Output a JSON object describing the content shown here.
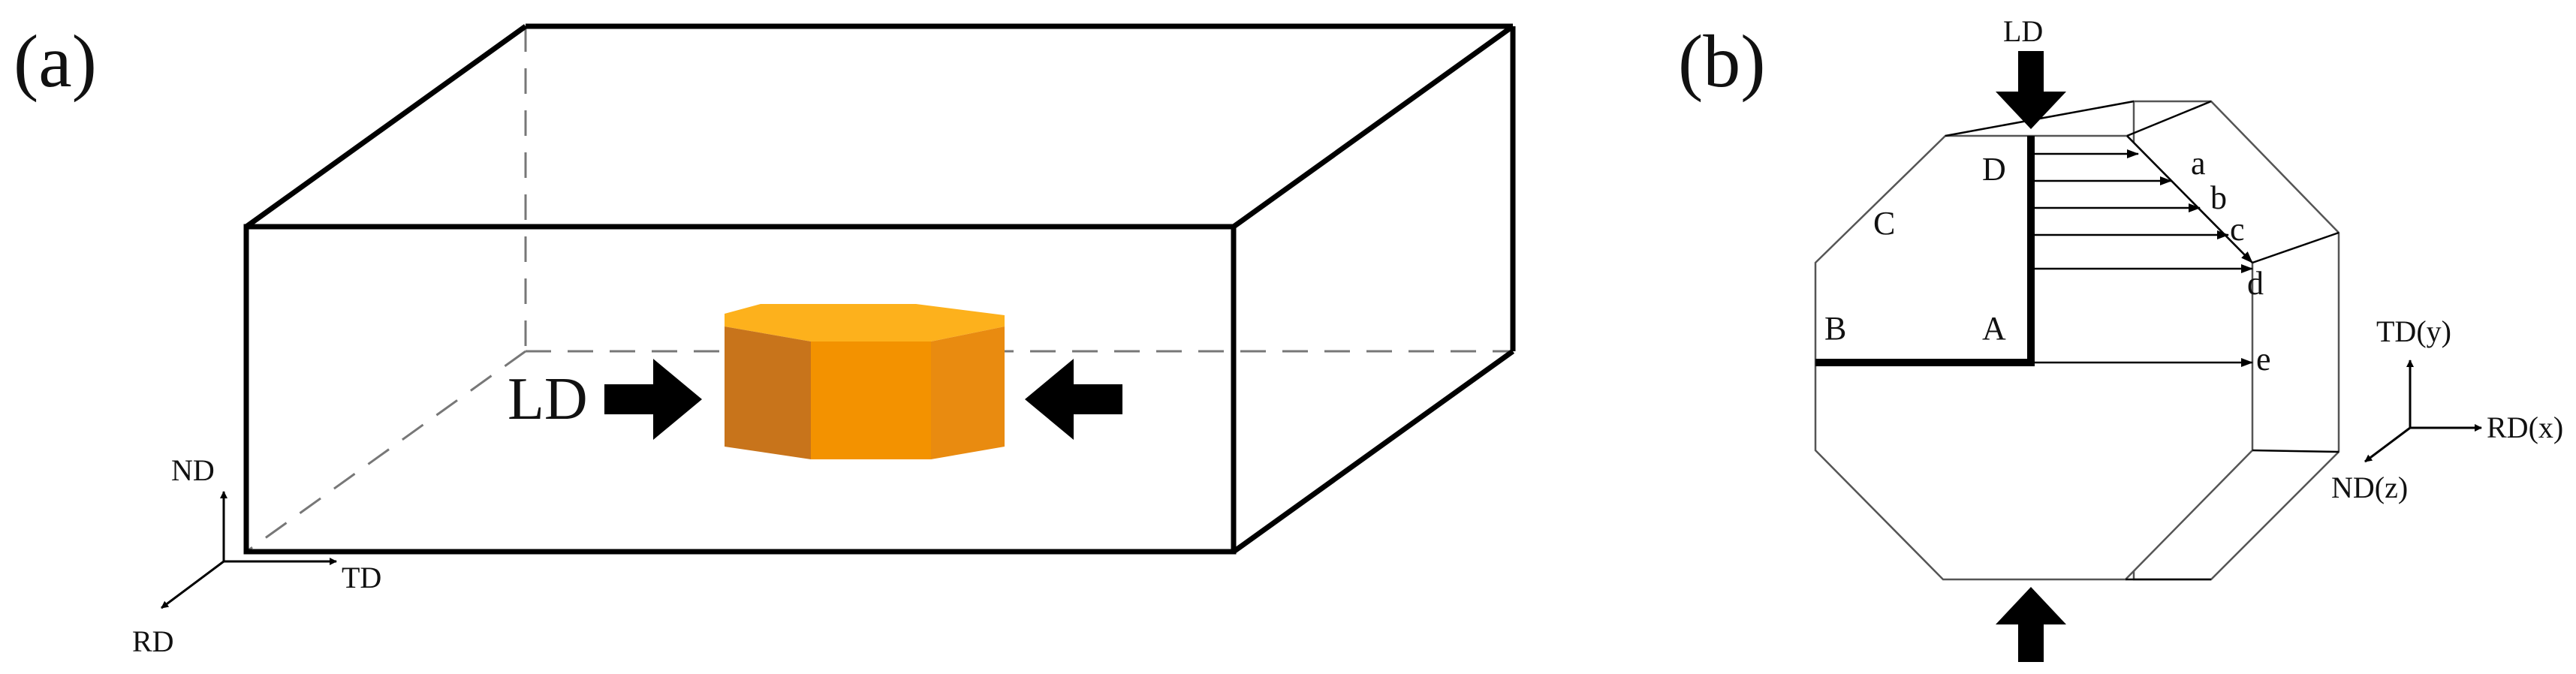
{
  "panels": {
    "a": {
      "label": "(a)",
      "load_label": "LD",
      "axes": {
        "nd": "ND",
        "td": "TD",
        "rd": "RD"
      },
      "prism_colors": {
        "top": "#fdb11c",
        "left": "#c8741b",
        "front": "#f39200",
        "right": "#e98b10"
      }
    },
    "b": {
      "label": "(b)",
      "load_label": "LD",
      "points": {
        "a": "a",
        "b": "b",
        "c": "c",
        "d": "d",
        "e": "e",
        "A": "A",
        "B": "B",
        "C": "C",
        "D": "D"
      },
      "axes": {
        "td": "TD(y)",
        "rd": "RD(x)",
        "nd": "ND(z)"
      }
    }
  }
}
